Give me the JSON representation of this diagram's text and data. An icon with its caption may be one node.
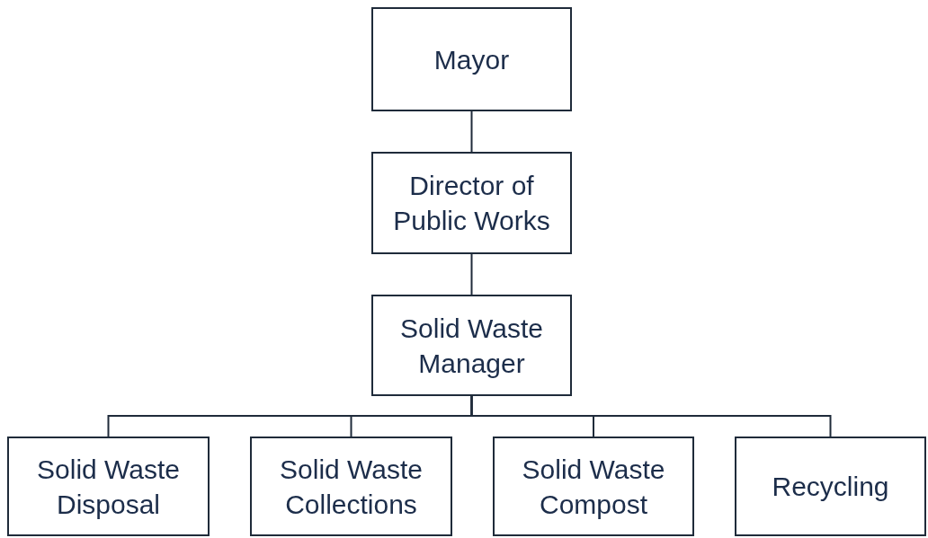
{
  "diagram": {
    "nodes": [
      {
        "text": [
          "Mayor"
        ]
      },
      {
        "text": [
          "Director of Public Works"
        ]
      },
      {
        "text": [
          "Solid Waste Manager"
        ]
      },
      {
        "text": [
          "Solid Waste Disposal"
        ]
      },
      {
        "text": [
          "Solid Waste Collections"
        ]
      },
      {
        "text": [
          "Solid Waste Compost"
        ]
      },
      {
        "text": [
          "Recycling"
        ]
      }
    ],
    "edges": [
      {
        "from": 0,
        "to": 1,
        "arrow": "none"
      },
      {
        "from": 1,
        "to": 2,
        "arrow": "none"
      },
      {
        "from": 2,
        "to": 3,
        "arrow": "none"
      },
      {
        "from": 2,
        "to": 4,
        "arrow": "none"
      },
      {
        "from": 2,
        "to": 5,
        "arrow": "none"
      },
      {
        "from": 2,
        "to": 6,
        "arrow": "none"
      }
    ]
  }
}
